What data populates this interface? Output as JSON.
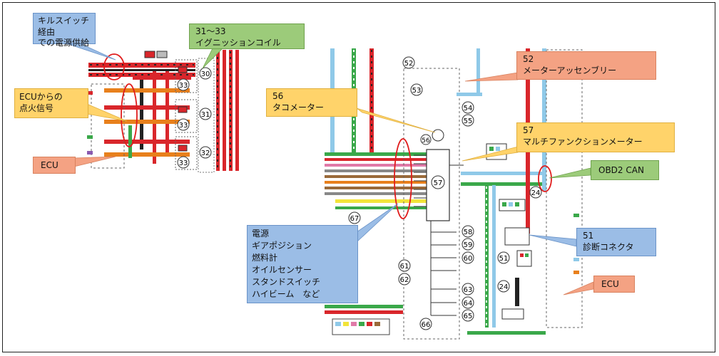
{
  "callouts": {
    "key_switch_power": "キルスイッチ経由\nでの電源供給",
    "ignition_coil": "31〜33\nイグニッションコイル",
    "ecu_ignition_signal": "ECUからの\n点火信号",
    "ecu_left": "ECU",
    "meter_assembly": "52\nメーターアッセンブリー",
    "tachometer": "56\nタコメーター",
    "multifunction_meter": "57\nマルチファンクションメーター",
    "obd2_can": "OBD2 CAN",
    "diag_connector": "51\n診断コネクタ",
    "ecu_right": "ECU",
    "meter_inputs": "電源\nギアポジション\n燃料計\nオイルセンサー\nスタンドスイッチ\nハイビーム　など"
  },
  "component_numbers": {
    "c30": "30",
    "c31": "31",
    "c32": "32",
    "c33a": "33",
    "c33b": "33",
    "c33c": "33",
    "c52": "52",
    "c53": "53",
    "c54": "54",
    "c55": "55",
    "c56": "56",
    "c57": "57",
    "c58": "58",
    "c59": "59",
    "c60": "60",
    "c61": "61",
    "c62": "62",
    "c63": "63",
    "c64": "64",
    "c65": "65",
    "c66": "66",
    "c67": "67",
    "c24a": "24",
    "c24b": "24",
    "c51": "51"
  },
  "colors": {
    "wire_red": "#d9262b",
    "wire_black": "#222222",
    "wire_orange": "#e8801c",
    "wire_green": "#3aa84a",
    "wire_lightblue": "#8fc9e8",
    "wire_yellow": "#f2e43a",
    "wire_pink": "#e07aa8",
    "wire_brown": "#9a6a3a",
    "wire_gray": "#888888",
    "highlight_circle": "#e01c1c"
  }
}
